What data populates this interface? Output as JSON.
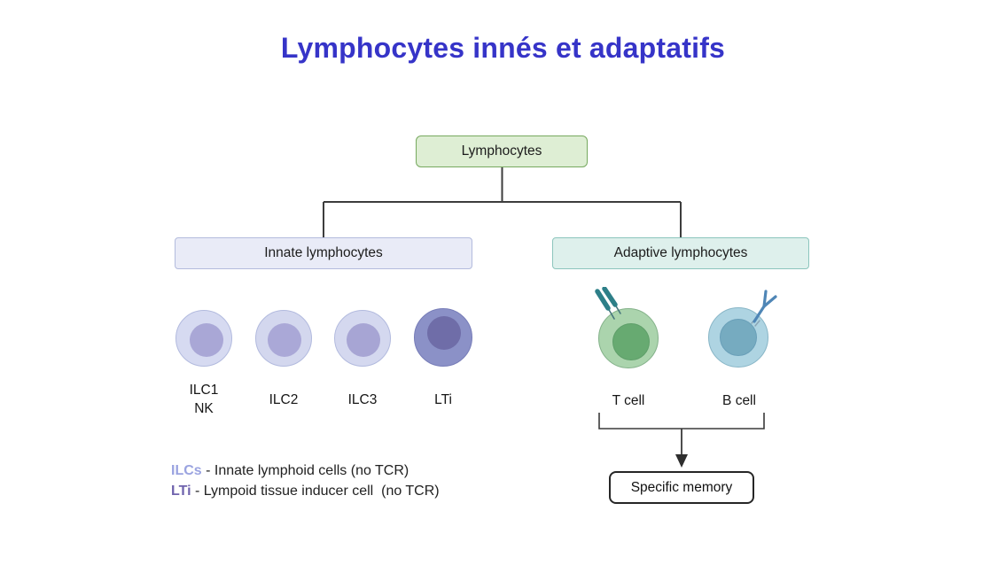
{
  "title": "Lymphocytes innés et adaptatifs",
  "tree": {
    "root_label": "Lymphocytes",
    "innate_label": "Innate lymphocytes",
    "adaptive_label": "Adaptive lymphocytes"
  },
  "innate_cells": [
    {
      "line1": "ILC1",
      "line2": "NK",
      "outer": "#d6daf1",
      "border": "#b2bade",
      "nucleus": "#a9a7d6"
    },
    {
      "line1": "ILC2",
      "line2": "",
      "outer": "#d3d7ee",
      "border": "#b2bade",
      "nucleus": "#aaa8d7"
    },
    {
      "line1": "ILC3",
      "line2": "",
      "outer": "#d4d8ef",
      "border": "#b2bade",
      "nucleus": "#a7a5d4"
    },
    {
      "line1": "LTi",
      "line2": "",
      "outer": "#8b91c7",
      "border": "#777db8",
      "nucleus": "#6f6da8"
    }
  ],
  "adaptive_cells": [
    {
      "label": "T cell",
      "outer": "#abd4ad",
      "border": "#83b189",
      "nucleus": "#67aa71",
      "receptor": "TCR"
    },
    {
      "label": "B cell",
      "outer": "#aed4e2",
      "border": "#87b5c6",
      "nucleus": "#76abc0",
      "receptor": "BCR"
    }
  ],
  "memory": {
    "label": "Specific memory"
  },
  "legend": [
    {
      "term": "ILCs",
      "term_color": "#9aa3e0",
      "rest": " - Innate lymphoid cells (no TCR)"
    },
    {
      "term": "LTi",
      "term_color": "#6f63ad",
      "rest": " - Lympoid tissue inducer cell  (no TCR)"
    }
  ],
  "colors": {
    "title": "#3634c8",
    "root_box_bg": "#deeed4",
    "root_box_border": "#77a95f",
    "innate_box_bg": "#e9ebf7",
    "innate_box_border": "#b3bbdd",
    "adaptive_box_bg": "#def0ec",
    "adaptive_box_border": "#8cc5bd",
    "connector_line": "#3d3d3d"
  }
}
